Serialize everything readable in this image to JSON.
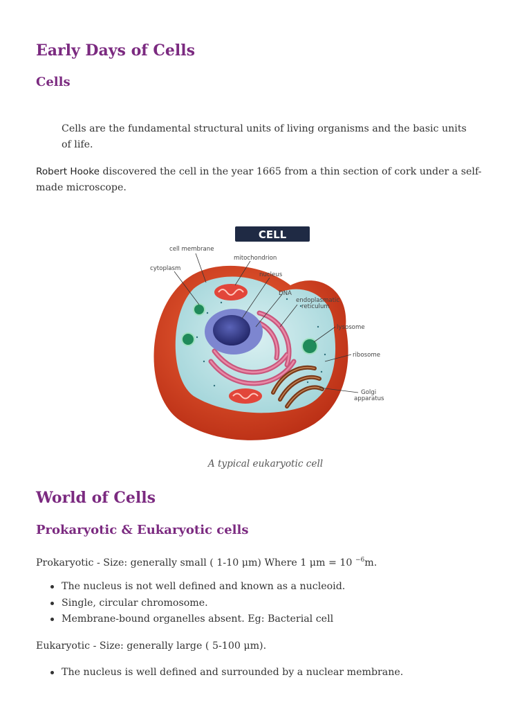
{
  "headings": {
    "early_days": "Early Days of Cells",
    "cells": "Cells",
    "world": "World of Cells",
    "pro_euk": "Prokaryotic & Eukaryotic cells"
  },
  "intro": {
    "definition": "Cells are the fundamental structural units of living organisms and the basic units of life.",
    "hooke_name": "Robert Hooke",
    "hooke_rest": " discovered the cell in the year 1665 from a thin section of cork under a self-made microscope."
  },
  "figure": {
    "banner": "CELL",
    "labels": {
      "cell_membrane": "cell membrane",
      "mitochondrion": "mitochondrion",
      "cytoplasm": "cytoplasm",
      "nucleus": "nucleus",
      "dna": "DNA",
      "er_line1": "endoplasmatic",
      "er_line2": "reticulum",
      "lysosome": "lysosome",
      "ribosome": "ribosome",
      "golgi_line1": "Golgi",
      "golgi_line2": "apparatus"
    },
    "caption": "A typical eukaryotic cell",
    "colors": {
      "banner_bg": "#1f2a44",
      "membrane": "#d83a1c",
      "cytoplasm": "#bfe3e6",
      "nucleus": "#3a3f8f",
      "er": "#d46a8a",
      "mitochondria": "#e2463a",
      "golgi": "#7a3a1a",
      "lysosome": "#1f8a5a"
    }
  },
  "prokaryotic": {
    "size_text": "Prokaryotic - Size: generally small ( 1-10 μm) Where 1 μm = 10 ",
    "exponent": "−6",
    "unit": "m.",
    "points": [
      "The nucleus is not well defined and known as a nucleoid.",
      "Single, circular chromosome.",
      "Membrane-bound organelles absent. Eg: Bacterial cell"
    ]
  },
  "eukaryotic": {
    "size_text": "Eukaryotic - Size: generally large ( 5-100 μm).",
    "points": [
      "The nucleus is well defined and surrounded by a nuclear membrane."
    ]
  }
}
